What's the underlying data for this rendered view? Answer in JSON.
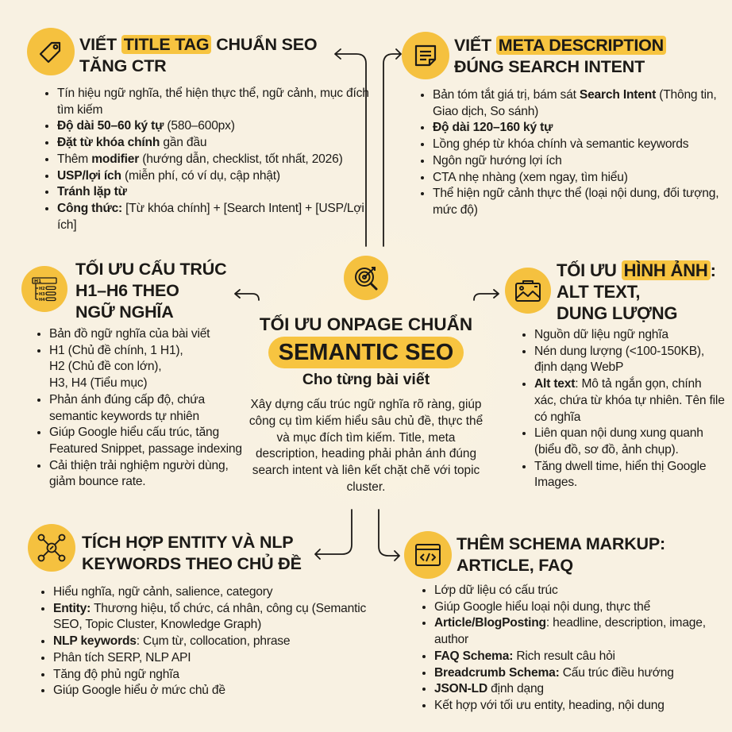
{
  "colors": {
    "background": "#f8f1e2",
    "accent": "#f5c13f",
    "text": "#1c1a17"
  },
  "center": {
    "icon": "target-magnifier-icon",
    "title": "TỐI ƯU ONPAGE CHUẨN",
    "highlight": "SEMANTIC SEO",
    "subtitle": "Cho từng bài viết",
    "description": "Xây dựng cấu trúc ngữ nghĩa rõ ràng, giúp công cụ tìm kiếm hiểu sâu chủ đề, thực thể và mục đích tìm kiếm. Title, meta description, heading phải phản ánh đúng search intent và liên kết chặt chẽ với topic cluster."
  },
  "sections": {
    "title_tag": {
      "icon": "price-tag-icon",
      "title_pre": "VIẾT ",
      "title_hl": "TITLE TAG",
      "title_post": " CHUẨN SEO",
      "title_line2": "TĂNG CTR",
      "bullets": [
        {
          "b": "",
          "t": "Tín hiệu ngữ nghĩa, thể hiện thực thể, ngữ cảnh, mục đích tìm kiếm"
        },
        {
          "b": "Độ dài 50–60 ký tự",
          "t": " (580–600px)"
        },
        {
          "b": "Đặt từ khóa chính",
          "t": " gần đầu"
        },
        {
          "b": "",
          "t": "Thêm ",
          "b2": "modifier",
          "t2": " (hướng dẫn, checklist, tốt nhất, 2026)"
        },
        {
          "b": "USP/lợi ích",
          "t": " (miễn phí, có ví dụ, cập nhật)"
        },
        {
          "b": "Tránh lặp từ",
          "t": ""
        },
        {
          "b": "Công thức:",
          "t": " [Từ khóa chính] + [Search Intent] + [USP/Lợi ích]"
        }
      ]
    },
    "meta_description": {
      "icon": "document-note-icon",
      "title_pre": "VIẾT ",
      "title_hl": "META DESCRIPTION",
      "title_post": "",
      "title_line2": "ĐÚNG SEARCH INTENT",
      "bullets": [
        {
          "b": "",
          "t": "Bản tóm tắt giá trị, bám sát ",
          "b2": "Search Intent",
          "t2": " (Thông tin, Giao dịch, So sánh)"
        },
        {
          "b": "Độ dài 120–160 ký tự",
          "t": ""
        },
        {
          "b": "",
          "t": "Lồng ghép từ khóa chính và semantic keywords"
        },
        {
          "b": "",
          "t": "Ngôn ngữ hướng lợi ích"
        },
        {
          "b": "",
          "t": "CTA nhẹ nhàng (xem ngay, tìm hiểu)"
        },
        {
          "b": "",
          "t": "Thể hiện ngữ cảnh thực thể (loại nội dung, đối tượng, mức độ)"
        }
      ]
    },
    "headings": {
      "icon": "heading-hierarchy-icon",
      "icon_labels": [
        "H1",
        "H2",
        "H3",
        "H4"
      ],
      "title_pre": "TỐI ƯU CẤU TRÚC",
      "title_hl": "",
      "title_post": "",
      "title_line2": "H1–H6 THEO",
      "title_line3": "NGỮ NGHĨA",
      "bullets": [
        {
          "b": "",
          "t": "Bản đồ ngữ nghĩa của bài viết"
        },
        {
          "b": "",
          "t": "H1 (Chủ đề chính, 1 H1),\nH2 (Chủ đề con lớn),\nH3, H4 (Tiểu mục)"
        },
        {
          "b": "",
          "t": "Phản ánh đúng cấp độ, chứa semantic keywords tự nhiên"
        },
        {
          "b": "",
          "t": "Giúp Google hiểu cấu trúc, tăng Featured Snippet, passage indexing"
        },
        {
          "b": "",
          "t": "Cải thiện trải nghiệm người dùng, giảm bounce rate."
        }
      ]
    },
    "images": {
      "icon": "image-picture-icon",
      "title_pre": "TỐI ƯU ",
      "title_hl": "HÌNH ẢNH",
      "title_post": ":",
      "title_line2": "ALT TEXT,",
      "title_line3": "DUNG LƯỢNG",
      "bullets": [
        {
          "b": "",
          "t": "Nguồn dữ liệu ngữ nghĩa"
        },
        {
          "b": "",
          "t": "Nén dung lượng (<100-150KB), định dạng WebP"
        },
        {
          "b": "Alt text",
          "t": ": Mô tả ngắn gọn, chính xác, chứa từ khóa tự nhiên. Tên file có nghĩa"
        },
        {
          "b": "",
          "t": "Liên quan nội dung xung quanh (biểu đồ, sơ đồ, ảnh chụp)."
        },
        {
          "b": "",
          "t": "Tăng dwell time, hiển thị Google Images."
        }
      ]
    },
    "entity": {
      "icon": "entity-network-icon",
      "title_pre": "TÍCH HỢP ENTITY VÀ NLP",
      "title_hl": "",
      "title_post": "",
      "title_line2": "KEYWORDS THEO CHỦ ĐỀ",
      "bullets": [
        {
          "b": "",
          "t": "Hiểu nghĩa, ngữ cảnh, salience, category"
        },
        {
          "b": "Entity:",
          "t": " Thương hiệu, tổ chức, cá nhân, công cụ (Semantic SEO, Topic Cluster, Knowledge Graph)"
        },
        {
          "b": "NLP keywords",
          "t": ": Cụm từ, collocation, phrase"
        },
        {
          "b": "",
          "t": "Phân tích SERP, NLP API"
        },
        {
          "b": "",
          "t": "Tăng độ phủ ngữ nghĩa"
        },
        {
          "b": "",
          "t": "Giúp Google hiểu ở mức chủ đề"
        }
      ]
    },
    "schema": {
      "icon": "code-window-icon",
      "title_pre": "THÊM SCHEMA MARKUP:",
      "title_hl": "",
      "title_post": "",
      "title_line2": "ARTICLE, FAQ",
      "bullets": [
        {
          "b": "",
          "t": "Lớp dữ liệu có cấu trúc"
        },
        {
          "b": "",
          "t": "Giúp Google hiểu loại nội dung, thực thể"
        },
        {
          "b": "Article/BlogPosting",
          "t": ": headline, description, image, author"
        },
        {
          "b": "FAQ Schema:",
          "t": " Rich result câu hỏi"
        },
        {
          "b": "Breadcrumb Schema:",
          "t": " Cấu trúc điều hướng"
        },
        {
          "b": "JSON-LD",
          "t": " định dạng"
        },
        {
          "b": "",
          "t": "Kết hợp với tối ưu entity, heading, nội dung"
        }
      ]
    }
  }
}
